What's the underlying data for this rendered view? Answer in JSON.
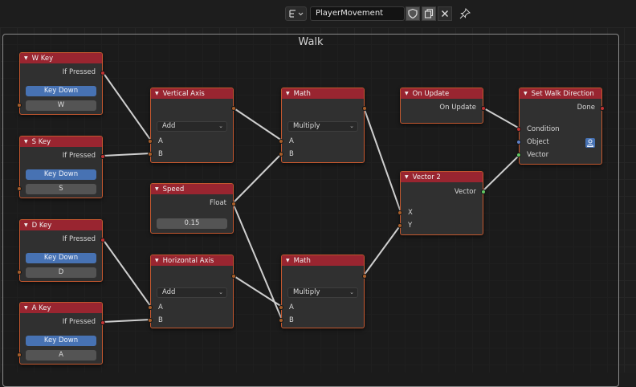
{
  "header": {
    "editor_type_icon": "node-tree-icon",
    "tree_name": "PlayerMovement",
    "buttons": [
      "shield-icon",
      "duplicate-icon",
      "close-icon",
      "pin-icon"
    ]
  },
  "frame": {
    "title": "Walk"
  },
  "colors": {
    "header_red": "#992530",
    "node_border": "#c4582f",
    "socket_orange": "#a85e2a",
    "socket_red": "#c23232",
    "socket_green": "#63c763",
    "socket_blue": "#6080c8",
    "button_blue": "#4772b3"
  },
  "nodes": {
    "wkey": {
      "title": "W Key",
      "output": "If Pressed",
      "mode": "Key Down",
      "key": "W"
    },
    "skey": {
      "title": "S Key",
      "output": "If Pressed",
      "mode": "Key Down",
      "key": "S"
    },
    "dkey": {
      "title": "D Key",
      "output": "If Pressed",
      "mode": "Key Down",
      "key": "D"
    },
    "akey": {
      "title": "A Key",
      "output": "If Pressed",
      "mode": "Key Down",
      "key": "A"
    },
    "vertical_axis": {
      "title": "Vertical Axis",
      "operation": "Add",
      "input_a": "A",
      "input_b": "B"
    },
    "speed": {
      "title": "Speed",
      "output": "Float",
      "value": "0.15"
    },
    "horizontal_axis": {
      "title": "Horizontal Axis",
      "operation": "Add",
      "input_a": "A",
      "input_b": "B"
    },
    "math_top": {
      "title": "Math",
      "operation": "Multiply",
      "input_a": "A",
      "input_b": "B"
    },
    "math_bottom": {
      "title": "Math",
      "operation": "Multiply",
      "input_a": "A",
      "input_b": "B"
    },
    "on_update": {
      "title": "On Update",
      "output": "On Update"
    },
    "vector2": {
      "title": "Vector 2",
      "output": "Vector",
      "input_x": "X",
      "input_y": "Y"
    },
    "set_walk": {
      "title": "Set Walk Direction",
      "output": "Done",
      "input_condition": "Condition",
      "input_object": "Object",
      "input_vector": "Vector"
    }
  }
}
